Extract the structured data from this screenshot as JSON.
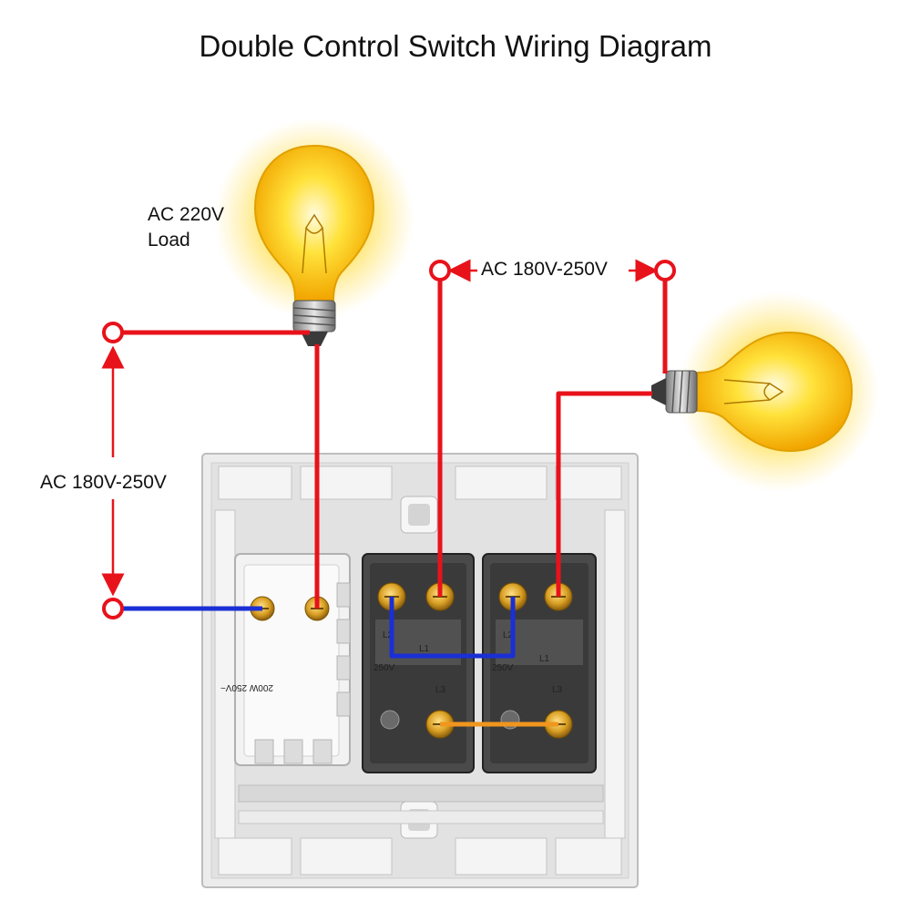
{
  "title": "Double Control Switch Wiring Diagram",
  "labels": {
    "load_line1": "AC 220V",
    "load_line2": "Load",
    "supply_left": "AC 180V-250V",
    "supply_top": "AC 180V-250V"
  },
  "module_print": {
    "dimmer_rating": "200W 250V~",
    "gang1_terminal_l1": "L1",
    "gang1_terminal_l2": "L2",
    "gang1_terminal_l3": "L3",
    "gang1_rating": "250V",
    "gang2_terminal_l1": "L1",
    "gang2_terminal_l2": "L2",
    "gang2_terminal_l3": "L3",
    "gang2_rating": "250V"
  },
  "colors": {
    "live_wire": "#e8121b",
    "neutral_wire": "#1a2fd6",
    "bridge_wire": "#f0961e",
    "bulb_glow": "#ffd21a",
    "plate": "#e6e6e6",
    "module_dark": "#3a3a3a",
    "terminal_brass": "#d9a023"
  },
  "icons": [
    "light-bulb-icon",
    "terminal-node-icon",
    "arrow-icon"
  ]
}
